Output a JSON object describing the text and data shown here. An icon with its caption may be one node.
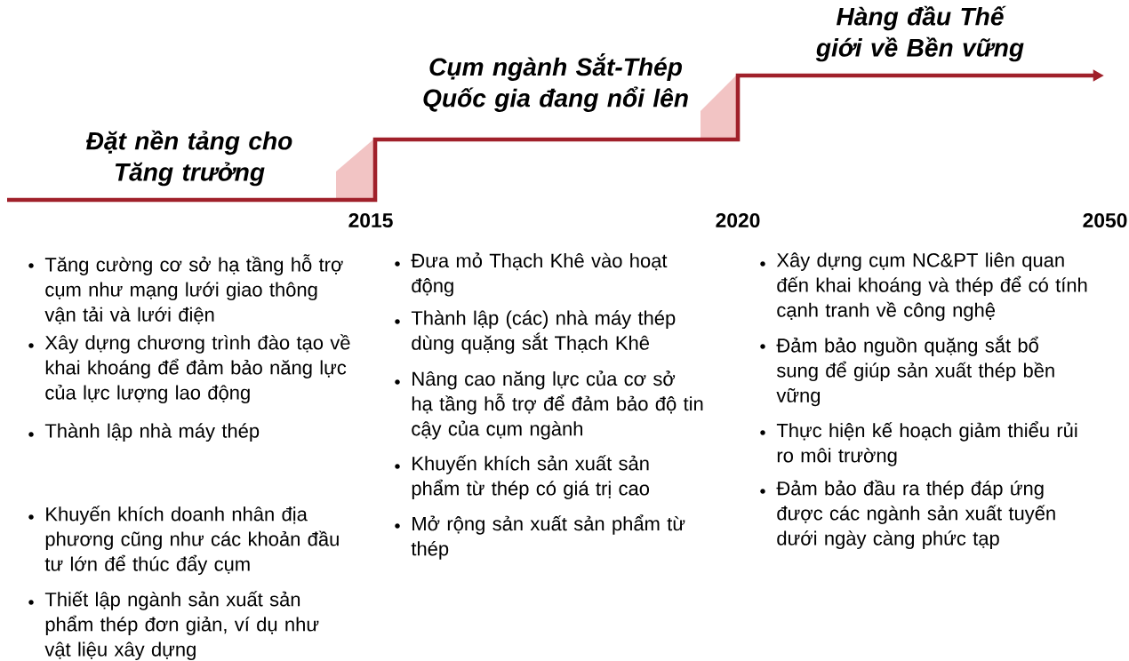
{
  "diagram": {
    "labels": [
      "Đặt nền tảng cho Tăng trưởng",
      "Cụm ngành Sắt-Thép Quốc gia đang nổi lên",
      "Hàng đầu Thế giới về Bền vững",
      "2015",
      "2020",
      "2050",
      "Tăng cường cơ sở hạ tầng hỗ trợ cụm như mạng lưới giao thông vận tải và lưới điện",
      "Xây dựng chương trình đào tạo về khai khoáng để đảm bảo năng lực của lực lượng lao động",
      "Thành lập nhà máy thép",
      "Khuyến khích doanh nhân địa phương cũng như các khoản đầu tư lớn để thúc đẩy cụm",
      "Thiết lập ngành sản xuất sản phẩm thép đơn giản, ví dụ như vật liệu xây dựng",
      "Đưa mỏ Thạch Khê vào hoạt động",
      "Thành lập (các) nhà máy thép dùng quặng sắt Thạch Khê",
      "Nâng cao năng lực của cơ sở hạ tầng hỗ trợ để đảm bảo độ tin cậy của cụm ngành",
      "Khuyến khích sản xuất sản phẩm từ thép có giá trị cao",
      "Mở rộng sản xuất sản phẩm từ thép",
      "Xây dựng cụm NC&PT liên quan đến khai khoáng và thép để có tính cạnh tranh về công nghệ",
      "Đảm bảo nguồn quặng sắt bổ sung để giúp sản xuất thép bền vững",
      "Thực hiện kế hoạch giảm thiểu rủi ro môi trường",
      "Đảm bảo đầu ra thép đáp ứng được các ngành sản xuất tuyến dưới ngày càng phức tạp"
    ]
  }
}
